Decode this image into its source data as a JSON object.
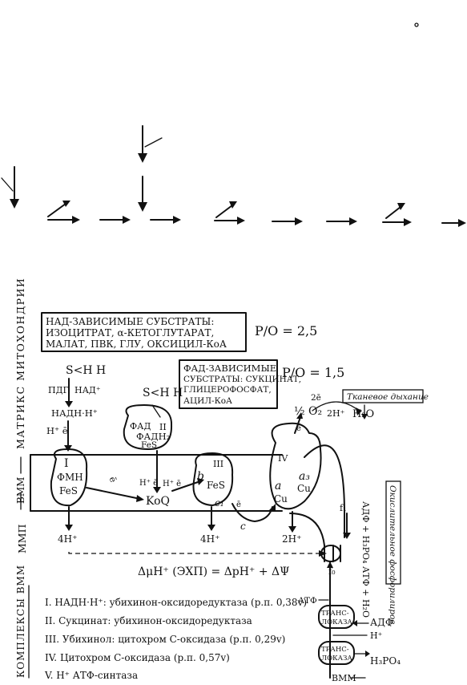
{
  "scheme": {
    "title_box": [
      "НАД-ЗАВИСИМЫЕ СУБСТРАТЫ:",
      "ИЗОЦИТРАТ, α-КЕТОГЛУТАРАТ,",
      "МАЛАТ, ПВК, ГЛУ, ОКСИЦИЛ-КоА"
    ],
    "ratio_nad": "P/O = 2,5",
    "fad_box": [
      "ФАД-ЗАВИСИМЫЕ",
      "СУБСТРАТЫ: СУКЦИНАТ,",
      "ГЛИЦЕРОФОСФАТ,",
      "АЦИЛ-КоА"
    ],
    "ratio_fad": "P/O = 1,5",
    "tissue_resp": "Тканевое дыхание",
    "region_matrix": "МАТРИКС МИТОХОНДРИИ",
    "region_vmm": "ВММ",
    "region_mmp": "ММП",
    "region_complexes": "КОМПЛЕКСЫ ВММ",
    "oxphos": "Окислительное фосфорилиров.",
    "sh2_left": "S<H H",
    "pdg": "ПДГ",
    "nad_plus": "НАД⁺",
    "nadh": "НАДН·Н⁺",
    "h_e_1": "H⁺  ē",
    "sh2_mid": "S<H H",
    "fad_enzyme": "ФАД",
    "fadh2": "ФАДН₂",
    "fad_roman": "II",
    "fes_2": "FeS",
    "complex1": [
      "I",
      "ФМН",
      "FeS"
    ],
    "complex3": [
      "III",
      "b",
      "FeS",
      "c₁"
    ],
    "complex4": [
      "IV",
      "a",
      "a₃",
      "Cu",
      "Cu"
    ],
    "koq": "KoQ",
    "he_koq": "H⁺ ē",
    "he_koq2": "H⁺ ē",
    "e_1": "ē",
    "cyt_c": "c",
    "e_c": "ē",
    "e_4": "ē",
    "o2": "½ O₂",
    "e_2e": "2ē",
    "h2_plus": "2H⁺",
    "h2o": "H₂O",
    "h4_1": "4H⁺",
    "h4_3": "4H⁺",
    "h2_4": "2H⁺",
    "f1": "f₁",
    "f0": "f₀",
    "atp_synth_side": "АДФ + Н₃РО₄ АТФ + Н₂О",
    "gradient": "ΔμH⁺ (ЭХП) = ΔpH⁺ + ΔΨ",
    "complex_list": [
      "I. НАДН·Н⁺: убихинон-оксидоредуктаза (р.п. 0,38v)",
      "II. Сукцинат: убихинон-оксидоредуктаза",
      "III. Убихинол: цитохром С-оксидаза (р.п. 0,29v)",
      "IV. Цитохром С-оксидаза (р.п. 0,57v)",
      "V. H⁺ АТФ-синтаза"
    ],
    "atf": "АТФ",
    "transloc1": "ТРАНС-ЛОКАЗА",
    "transloc2": "ТРАНС-ЛОКАЗА",
    "adf": "АДФ",
    "h_plus_out": "H⁺",
    "h3po4": "H₃PO₄",
    "vmm_bottom": "ВММ"
  }
}
